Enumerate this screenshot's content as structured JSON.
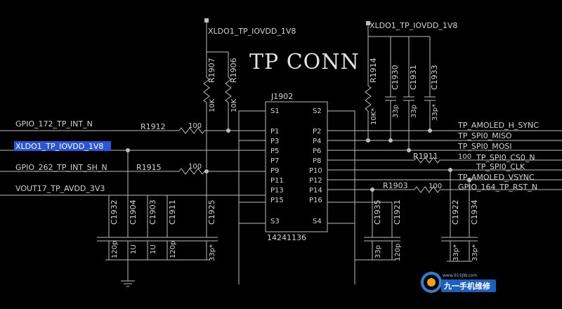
{
  "title": "TP CONN",
  "connector": {
    "ref": "J1902",
    "part": "14241136",
    "left_pins": [
      "S1",
      "P1",
      "P3",
      "P5",
      "P7",
      "P9",
      "P11",
      "P13",
      "P15",
      "S3"
    ],
    "right_pins": [
      "S2",
      "P2",
      "P4",
      "P6",
      "P8",
      "P10",
      "P12",
      "P14",
      "P16",
      "S4"
    ]
  },
  "power_top_left": "XLDO1_TP_IOVDD_1V8",
  "power_top_right": "XLDO1_TP_IOVDD_1V8",
  "nets_left": [
    "GPIO_172_TP_INT_N",
    "XLDO1_TP_IOVDD_1V8",
    "GPIO_262_TP_INT_SH_N",
    "VOUT17_TP_AVDD_3V3"
  ],
  "nets_right": [
    "TP_AMOLED_H_SYNC",
    "TP_SPI0_MISO",
    "TP_SPI0_MOSI",
    "TP_SPI0_CS0_N",
    "TP_SPI0_CLK",
    "TP_AMOLED_VSYNC",
    "GPIO_164_TP_RST_N"
  ],
  "resistors": {
    "r1907": {
      "ref": "R1907",
      "val": "10K"
    },
    "r1906": {
      "ref": "R1906",
      "val": "10K"
    },
    "r1914": {
      "ref": "R1914",
      "val": "10K*"
    },
    "r1912": {
      "ref": "R1912",
      "val": "100"
    },
    "r1915": {
      "ref": "R1915",
      "val": "100"
    },
    "r1911": {
      "ref": "R1911",
      "val": "100"
    },
    "r1903": {
      "ref": "R1903",
      "val": "100"
    }
  },
  "caps_top": [
    {
      "ref": "C1930",
      "val": "33p"
    },
    {
      "ref": "C1931",
      "val": "33p"
    },
    {
      "ref": "C1933",
      "val": "33p*"
    }
  ],
  "caps_bottom": [
    {
      "ref": "C1932",
      "val": "120p"
    },
    {
      "ref": "C1904",
      "val": "1U"
    },
    {
      "ref": "C1903",
      "val": "1U"
    },
    {
      "ref": "C1911",
      "val": "120p"
    },
    {
      "ref": "C1925",
      "val": "33p*"
    },
    {
      "ref": "C1935",
      "val": "33p"
    },
    {
      "ref": "C1921",
      "val": "120p"
    },
    {
      "ref": "C1922",
      "val": "33p*"
    },
    {
      "ref": "C1934",
      "val": "33p*"
    }
  ],
  "watermark": {
    "url": "www.91SJW.com",
    "brand": "九一手机维修"
  },
  "colors": {
    "background": "#000000",
    "wire": "#bdbdbd",
    "text": "#d2d2d2",
    "highlight": "#2a55d8"
  }
}
